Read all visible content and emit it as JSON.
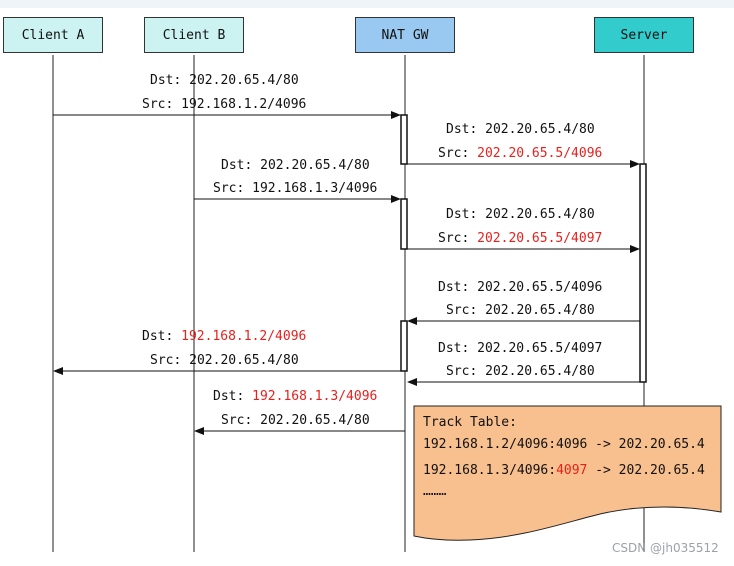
{
  "participants": [
    {
      "label": "Client A",
      "color": "#ccf2f2"
    },
    {
      "label": "Client B",
      "color": "#ccf2f2"
    },
    {
      "label": "NAT GW",
      "color": "#99c8f0"
    },
    {
      "label": "Server",
      "color": "#33cccc"
    }
  ],
  "messages": [
    {
      "dst": {
        "prefix": "Dst: ",
        "addr": "202.20.65.4/80"
      },
      "src": {
        "prefix": "Src: ",
        "addr": "192.168.1.2/4096"
      }
    },
    {
      "dst": {
        "prefix": "Dst: ",
        "addr": "202.20.65.4/80"
      },
      "src": {
        "prefix": "Src: ",
        "addr": "202.20.65.5/4096"
      }
    },
    {
      "dst": {
        "prefix": "Dst: ",
        "addr": "202.20.65.4/80"
      },
      "src": {
        "prefix": "Src: ",
        "addr": "192.168.1.3/4096"
      }
    },
    {
      "dst": {
        "prefix": "Dst: ",
        "addr": "202.20.65.4/80"
      },
      "src": {
        "prefix": "Src: ",
        "addr": "202.20.65.5/4097"
      }
    },
    {
      "dst": {
        "prefix": "Dst: ",
        "addr": "202.20.65.5/4096"
      },
      "src": {
        "prefix": "Src: ",
        "addr": "202.20.65.4/80"
      }
    },
    {
      "dst": {
        "prefix": "Dst: ",
        "addr": "202.20.65.5/4097"
      },
      "src": {
        "prefix": "Src: ",
        "addr": "202.20.65.4/80"
      }
    },
    {
      "dst": {
        "prefix": "Dst: ",
        "addr": "192.168.1.2/4096"
      },
      "src": {
        "prefix": "Src: ",
        "addr": "202.20.65.4/80"
      }
    },
    {
      "dst": {
        "prefix": "Dst: ",
        "addr": "192.168.1.3/4096"
      },
      "src": {
        "prefix": "Src: ",
        "addr": "202.20.65.4/80"
      }
    }
  ],
  "track_table": {
    "title": "Track Table:",
    "row1": "192.168.1.2/4096:4096 -> 202.20.65.4",
    "row2_prefix": "192.168.1.3/4096:",
    "row2_port": "4097",
    "row2_suffix": " -> 202.20.65.4",
    "ellipsis": "………",
    "fill": "#f9c08f"
  },
  "highlight_color": "#e8201c",
  "watermark": "CSDN @jh035512"
}
